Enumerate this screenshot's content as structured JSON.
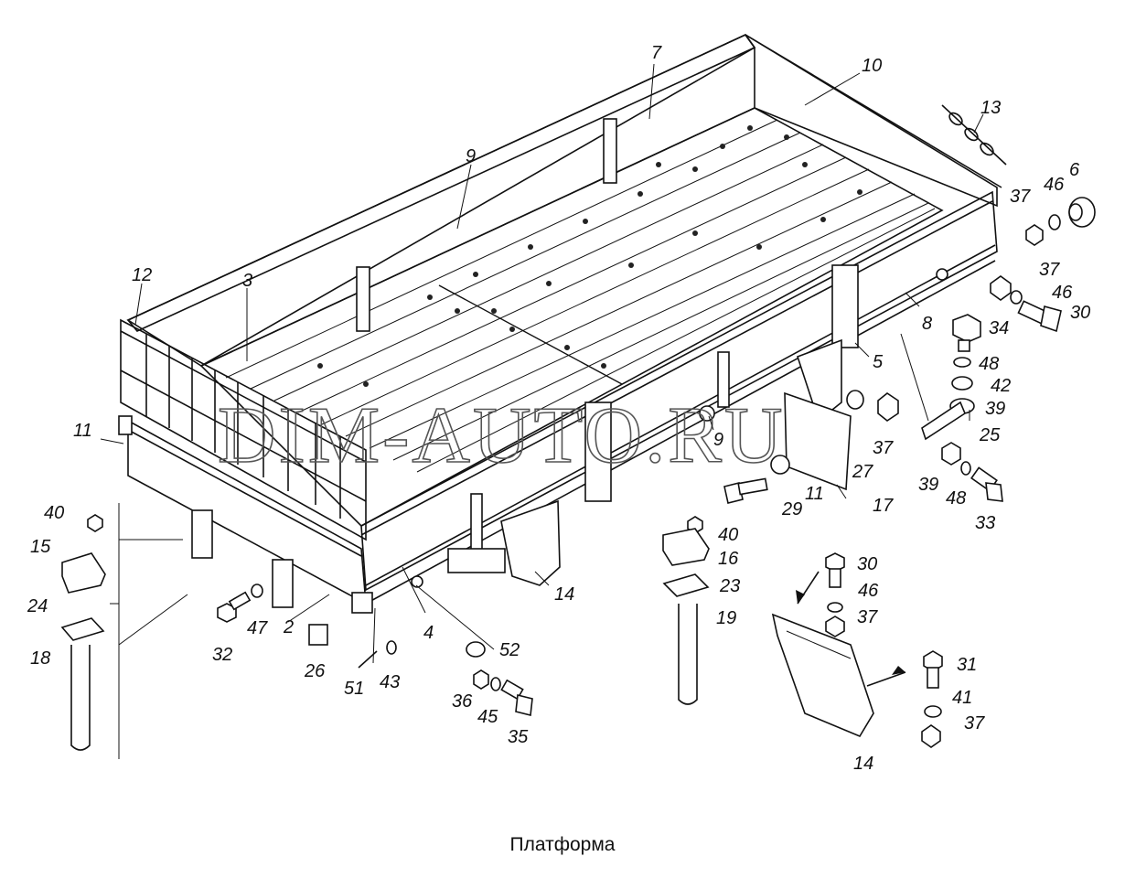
{
  "caption": "Платформа",
  "watermark": "DIM-AUTO.RU",
  "callouts": [
    {
      "id": "c7",
      "text": "7"
    },
    {
      "id": "c10",
      "text": "10"
    },
    {
      "id": "c13",
      "text": "13"
    },
    {
      "id": "c9a",
      "text": "9"
    },
    {
      "id": "c6",
      "text": "6"
    },
    {
      "id": "c37a",
      "text": "37"
    },
    {
      "id": "c46a",
      "text": "46"
    },
    {
      "id": "c12",
      "text": "12"
    },
    {
      "id": "c3",
      "text": "3"
    },
    {
      "id": "c37b",
      "text": "37"
    },
    {
      "id": "c46b",
      "text": "46"
    },
    {
      "id": "c30a",
      "text": "30"
    },
    {
      "id": "c8",
      "text": "8"
    },
    {
      "id": "c34",
      "text": "34"
    },
    {
      "id": "c48a",
      "text": "48"
    },
    {
      "id": "c5",
      "text": "5"
    },
    {
      "id": "c42",
      "text": "42"
    },
    {
      "id": "c39a",
      "text": "39"
    },
    {
      "id": "c11a",
      "text": "11"
    },
    {
      "id": "c9b",
      "text": "9"
    },
    {
      "id": "c37c",
      "text": "37"
    },
    {
      "id": "c25",
      "text": "25"
    },
    {
      "id": "c27",
      "text": "27"
    },
    {
      "id": "c39b",
      "text": "39"
    },
    {
      "id": "c48b",
      "text": "48"
    },
    {
      "id": "c11b",
      "text": "11"
    },
    {
      "id": "c29",
      "text": "29"
    },
    {
      "id": "c17",
      "text": "17"
    },
    {
      "id": "c33",
      "text": "33"
    },
    {
      "id": "c40a",
      "text": "40"
    },
    {
      "id": "c40b",
      "text": "40"
    },
    {
      "id": "c15",
      "text": "15"
    },
    {
      "id": "c16",
      "text": "16"
    },
    {
      "id": "c30b",
      "text": "30"
    },
    {
      "id": "c23",
      "text": "23"
    },
    {
      "id": "c46c",
      "text": "46"
    },
    {
      "id": "c14a",
      "text": "14"
    },
    {
      "id": "c47",
      "text": "47"
    },
    {
      "id": "c2",
      "text": "2"
    },
    {
      "id": "c4",
      "text": "4"
    },
    {
      "id": "c19",
      "text": "19"
    },
    {
      "id": "c37d",
      "text": "37"
    },
    {
      "id": "c24",
      "text": "24"
    },
    {
      "id": "c52",
      "text": "52"
    },
    {
      "id": "c32",
      "text": "32"
    },
    {
      "id": "c18",
      "text": "18"
    },
    {
      "id": "c26",
      "text": "26"
    },
    {
      "id": "c51",
      "text": "51"
    },
    {
      "id": "c43",
      "text": "43"
    },
    {
      "id": "c36",
      "text": "36"
    },
    {
      "id": "c45",
      "text": "45"
    },
    {
      "id": "c31",
      "text": "31"
    },
    {
      "id": "c41",
      "text": "41"
    },
    {
      "id": "c37e",
      "text": "37"
    },
    {
      "id": "c35",
      "text": "35"
    },
    {
      "id": "c14b",
      "text": "14"
    }
  ]
}
